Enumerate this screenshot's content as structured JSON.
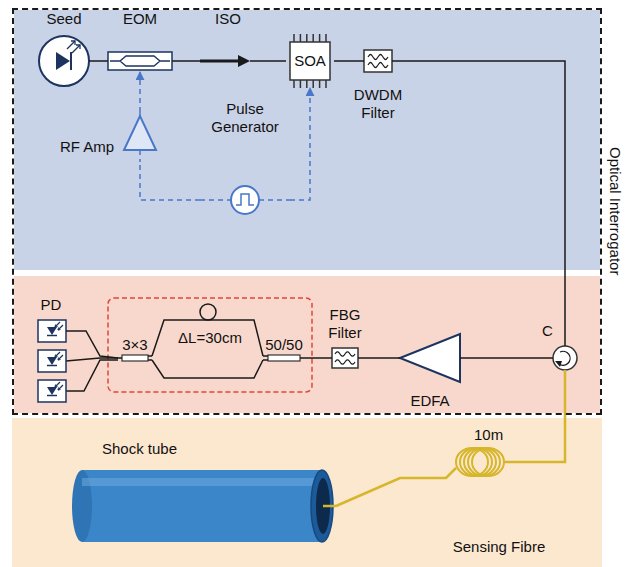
{
  "diagram": {
    "nodes": [
      {
        "text": [
          "Optical Interrogator"
        ]
      },
      {
        "text": [
          "Seed"
        ],
        "in": 0
      },
      {
        "text": [
          "EOM"
        ],
        "in": 0
      },
      {
        "text": [
          "ISO"
        ],
        "in": 0
      },
      {
        "text": [
          "SOA"
        ],
        "in": 0
      },
      {
        "text": [
          "DWDM Filter"
        ],
        "in": 0
      },
      {
        "text": [
          "RF Amp"
        ],
        "in": 0
      },
      {
        "text": [
          "Pulse Generator"
        ],
        "in": 0
      },
      {
        "text": [
          "PD"
        ],
        "in": 0
      },
      {
        "text": [
          "3×3"
        ],
        "in": 0
      },
      {
        "text": [
          "50/50"
        ],
        "in": 0
      },
      {
        "text": [
          "FBG Filter"
        ],
        "in": 0
      },
      {
        "text": [
          "EDFA"
        ],
        "in": 0
      },
      {
        "text": [
          "C"
        ],
        "in": 0
      },
      {
        "text": [
          "10m",
          "Sensing Fibre"
        ]
      },
      {
        "text": [
          "Shock tube"
        ]
      }
    ],
    "edges": [
      {
        "from": 1,
        "to": 2,
        "arrow": "none"
      },
      {
        "from": 2,
        "to": 3,
        "arrow": "none"
      },
      {
        "from": 3,
        "to": 4,
        "arrow": "none"
      },
      {
        "from": 4,
        "to": 5,
        "arrow": "none"
      },
      {
        "from": 5,
        "to": 13,
        "arrow": "none"
      },
      {
        "from": 6,
        "to": 2,
        "arrow": "to"
      },
      {
        "from": 7,
        "to": 6,
        "arrow": "none"
      },
      {
        "from": 7,
        "to": 4,
        "arrow": "to"
      },
      {
        "from": 13,
        "to": 12,
        "arrow": "none"
      },
      {
        "from": 12,
        "to": 11,
        "arrow": "none"
      },
      {
        "from": 11,
        "to": 10,
        "arrow": "none"
      },
      {
        "from": 10,
        "to": 9,
        "arrow": "none"
      },
      {
        "from": 10,
        "to": 9,
        "arrow": "none"
      },
      {
        "from": 9,
        "to": 8,
        "arrow": "none"
      },
      {
        "from": 13,
        "to": 14,
        "arrow": "none"
      },
      {
        "from": 14,
        "to": 15,
        "arrow": "none"
      }
    ],
    "labels": [
      "ΔL=30cm"
    ]
  }
}
